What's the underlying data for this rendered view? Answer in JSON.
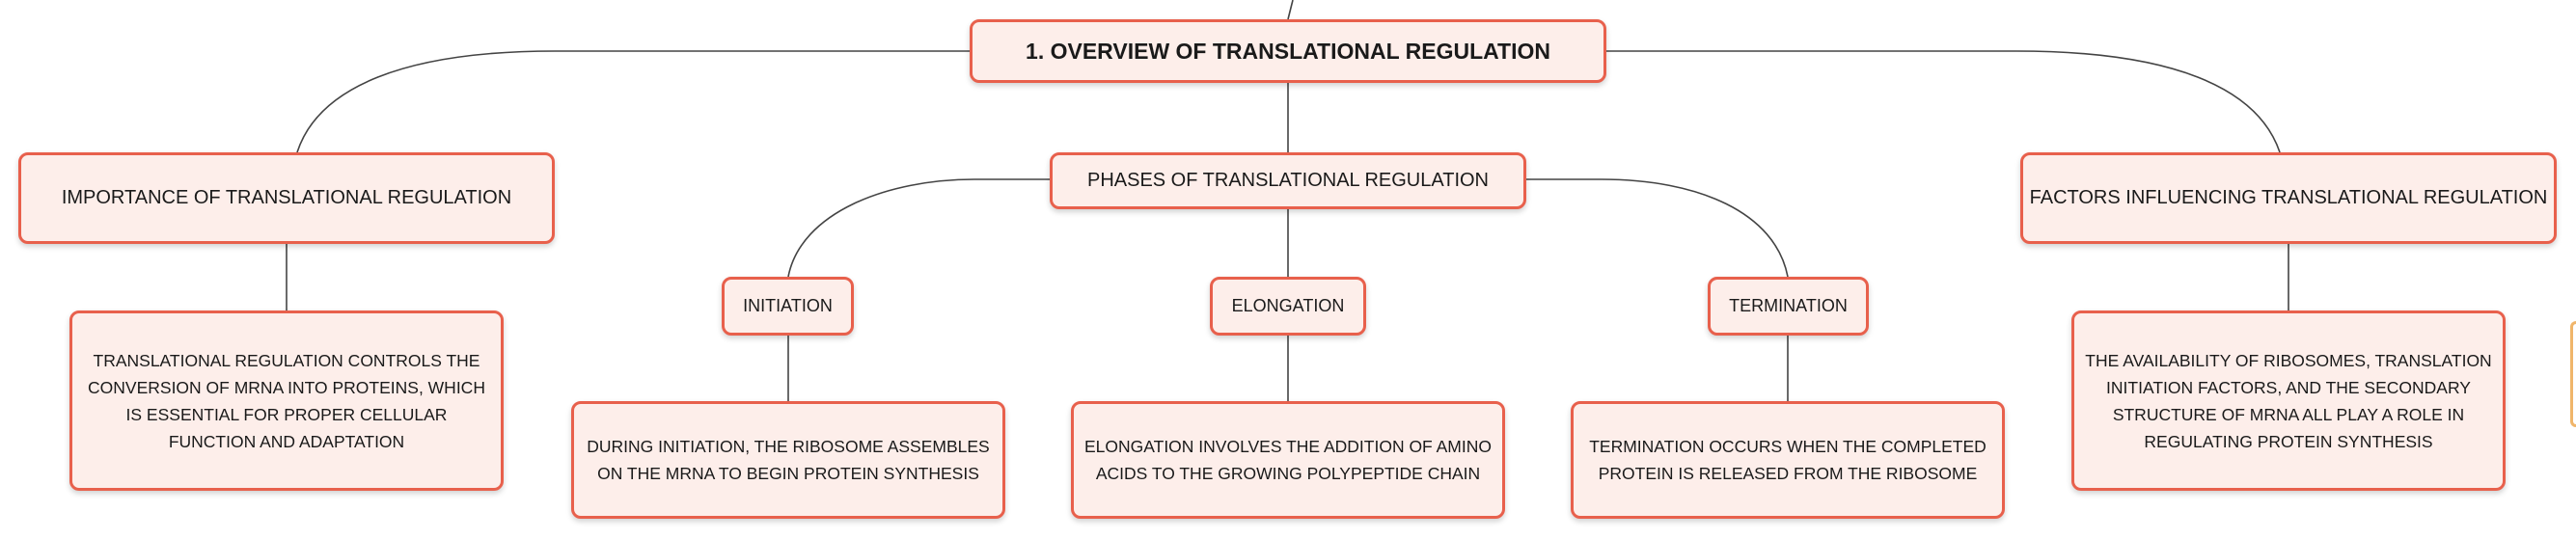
{
  "colors": {
    "node_fill": "#fdeeea",
    "node_border": "#e8604c",
    "connector": "#444444",
    "edge_tab": "#f0b56a"
  },
  "root": {
    "title": "1. OVERVIEW OF TRANSLATIONAL REGULATION"
  },
  "importance": {
    "title": "IMPORTANCE OF TRANSLATIONAL REGULATION",
    "description": "TRANSLATIONAL REGULATION CONTROLS THE CONVERSION OF MRNA INTO PROTEINS, WHICH IS ESSENTIAL FOR PROPER CELLULAR FUNCTION AND ADAPTATION"
  },
  "phases": {
    "title": "PHASES OF TRANSLATIONAL REGULATION",
    "initiation": {
      "title": "INITIATION",
      "description": "DURING INITIATION, THE RIBOSOME ASSEMBLES ON THE MRNA TO BEGIN PROTEIN SYNTHESIS"
    },
    "elongation": {
      "title": "ELONGATION",
      "description": "ELONGATION INVOLVES THE ADDITION OF AMINO ACIDS TO THE GROWING POLYPEPTIDE CHAIN"
    },
    "termination": {
      "title": "TERMINATION",
      "description": "TERMINATION OCCURS WHEN THE COMPLETED PROTEIN IS RELEASED FROM THE RIBOSOME"
    }
  },
  "factors": {
    "title": "FACTORS INFLUENCING TRANSLATIONAL REGULATION",
    "description": "THE AVAILABILITY OF RIBOSOMES, TRANSLATION INITIATION FACTORS, AND THE SECONDARY STRUCTURE OF MRNA ALL PLAY A ROLE IN REGULATING PROTEIN SYNTHESIS"
  }
}
